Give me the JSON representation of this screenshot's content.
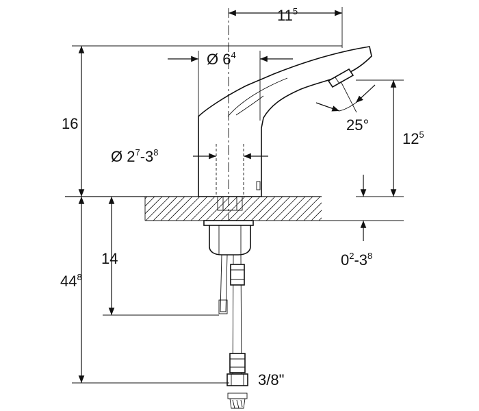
{
  "dimensions": {
    "top_width": {
      "base": "11",
      "sup": "5"
    },
    "spout_diameter": {
      "prefix": "Ø 6",
      "sup": "4"
    },
    "overall_height": "16",
    "spout_angle": "25°",
    "outlet_height": {
      "base": "12",
      "sup": "5"
    },
    "hole_diameter": {
      "prefix": "Ø 2",
      "sup1": "7",
      "mid": "-3",
      "sup2": "8"
    },
    "below_counter_short": "14",
    "below_counter_total": {
      "base": "44",
      "sup": "8"
    },
    "counter_thickness": {
      "base": "0",
      "sup1": "2",
      "mid": "-3",
      "sup2": "8"
    },
    "connection_thread": "3/8\""
  }
}
